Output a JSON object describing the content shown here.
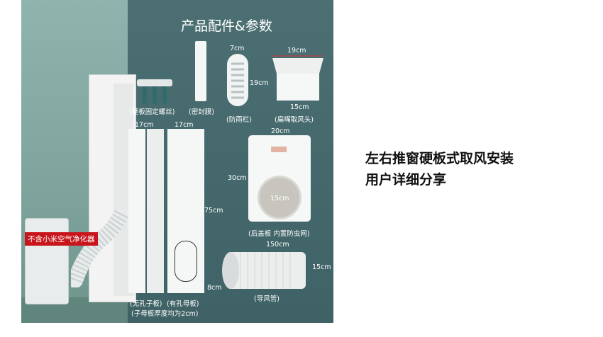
{
  "header": {
    "title": "产品配件&参数"
  },
  "parts": {
    "screw_label": "(硬板固定螺丝)",
    "seal_label": "(密封膜)",
    "rain_guard_label": "(防雨栏)",
    "flat_nozzle_label": "(扁嘴取风头)",
    "back_cover_label": "(后盖板 内置防虫网)",
    "hose_label": "(导风管)",
    "plate_no_hole_label": "(无孔子板)",
    "plate_hole_label": "(有孔母板)",
    "plate_thickness_label": "(子母板厚度均为2cm)"
  },
  "dimensions": {
    "rain_guard_w": "7cm",
    "rain_guard_h": "19cm",
    "nozzle_w": "19cm",
    "nozzle_bottom": "15cm",
    "plate1_w": "17cm",
    "plate2_w": "17cm",
    "plate_h": "75cm",
    "plate_bottom": "8cm",
    "cover_w": "20cm",
    "cover_h": "30cm",
    "cover_hole": "15cm",
    "hose_len": "150cm",
    "hose_dia": "15cm"
  },
  "tag": {
    "exclusion": "不含小米空气净化器"
  },
  "side": {
    "line1": "左右推窗硬板式取风安装",
    "line2": "用户详细分享"
  },
  "colors": {
    "accent_red": "#c8151b",
    "dark_teal": "#44676a",
    "light_teal": "#8fb3ad"
  }
}
